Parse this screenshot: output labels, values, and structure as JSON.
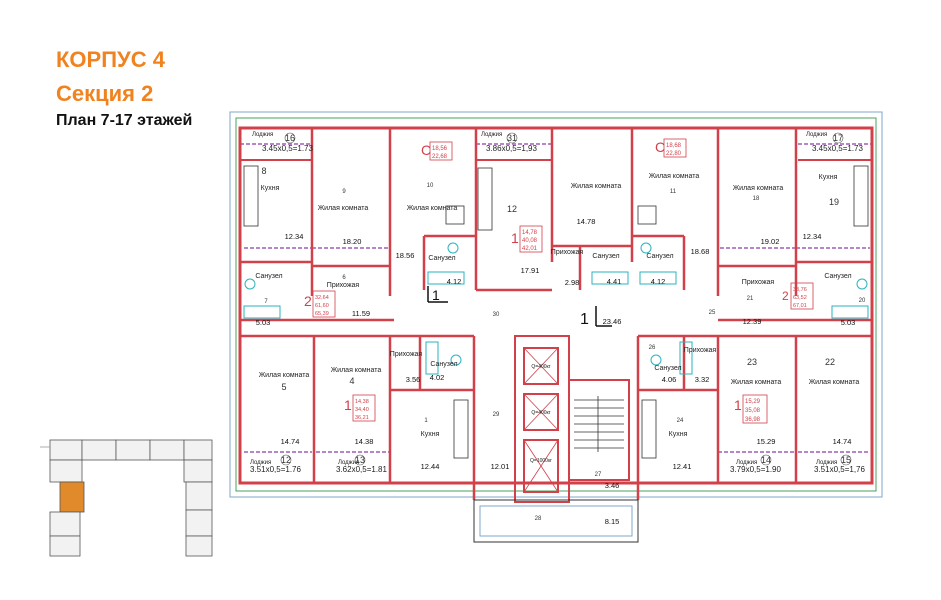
{
  "header": {
    "building": "КОРПУС 4",
    "section": "Секция 2",
    "floors": "План 7-17 этажей"
  },
  "colors": {
    "title_accent": "#f0831f",
    "wall": "#d2404a",
    "dim_line": "#8a3fa8",
    "highlight_section": "#e08a2c"
  },
  "labels": {
    "kitchen": "Кухня",
    "living": "Жилая комната",
    "bath": "Санузел",
    "hall": "Прихожая",
    "loggia": "Лоджия",
    "lift_400": "Q=400кг",
    "lift_1000": "Q=1000кг"
  },
  "loggia_formulas": {
    "l16": "3.45x0,5=1.73",
    "l31": "3.86x0,5=1,93",
    "l17": "3.45x0,5=1.73",
    "l12": "3.51x0,5=1.76",
    "l13": "3.62x0,5=1.81",
    "l14": "3.79x0,5=1.90",
    "l15": "3.51x0,5=1,76"
  },
  "room_numbers": {
    "n16": "16",
    "n31": "31",
    "n17": "17",
    "n12": "12",
    "n13": "13",
    "n14": "14",
    "n15": "15",
    "n8": "8",
    "n9": "9",
    "n10": "10",
    "n11": "11",
    "n19": "19",
    "n18": "18",
    "n7": "7",
    "n6": "6",
    "n5": "5",
    "n4": "4",
    "n23": "23",
    "n22": "22",
    "n1": "1",
    "n24": "24",
    "n30": "30",
    "n29": "29",
    "n28": "28",
    "n27": "27",
    "n26": "26",
    "n25": "25",
    "n21": "21",
    "n20": "20"
  },
  "areas": {
    "a1": "12.34",
    "a2": "18.20",
    "a3": "18.56",
    "a4": "14.78",
    "a5": "17.91",
    "a6": "18.68",
    "a7": "19.02",
    "a8": "12.34",
    "a9": "4.12",
    "a10": "4.41",
    "a11": "4.12",
    "a12": "2.98",
    "a13": "5.03",
    "a14": "11.59",
    "a15": "23.46",
    "a16": "12.39",
    "a17": "5.03",
    "a18": "3.56",
    "a19": "4.02",
    "a20": "4.06",
    "a21": "3.32",
    "a22": "14.74",
    "a23": "14.38",
    "a24": "12.44",
    "a25": "12.01",
    "a26": "12.41",
    "a27": "15.29",
    "a28": "14.74",
    "a29": "3.46",
    "a30": "8.15"
  },
  "flat_tags": {
    "c1": {
      "rooms": "С",
      "v1": "18,56",
      "v2": "22,68"
    },
    "c2": {
      "rooms": "С",
      "v1": "18,68",
      "v2": "22,80"
    },
    "f12": {
      "rooms": "1",
      "v1": "14,78",
      "v2": "40,08",
      "v3": "42,01"
    },
    "f2l": {
      "rooms": "2",
      "v1": "32,64",
      "v2": "61,60",
      "v3": "65,39"
    },
    "f2r": {
      "rooms": "2",
      "v1": "33,76",
      "v2": "63,52",
      "v3": "67,01"
    },
    "f1l": {
      "rooms": "1",
      "v1": "14,38",
      "v2": "34,40",
      "v3": "36,21"
    },
    "f1r": {
      "rooms": "1",
      "v1": "15,29",
      "v2": "35,08",
      "v3": "36,98"
    }
  },
  "section_marks": {
    "m1": "1",
    "m2": "1"
  }
}
